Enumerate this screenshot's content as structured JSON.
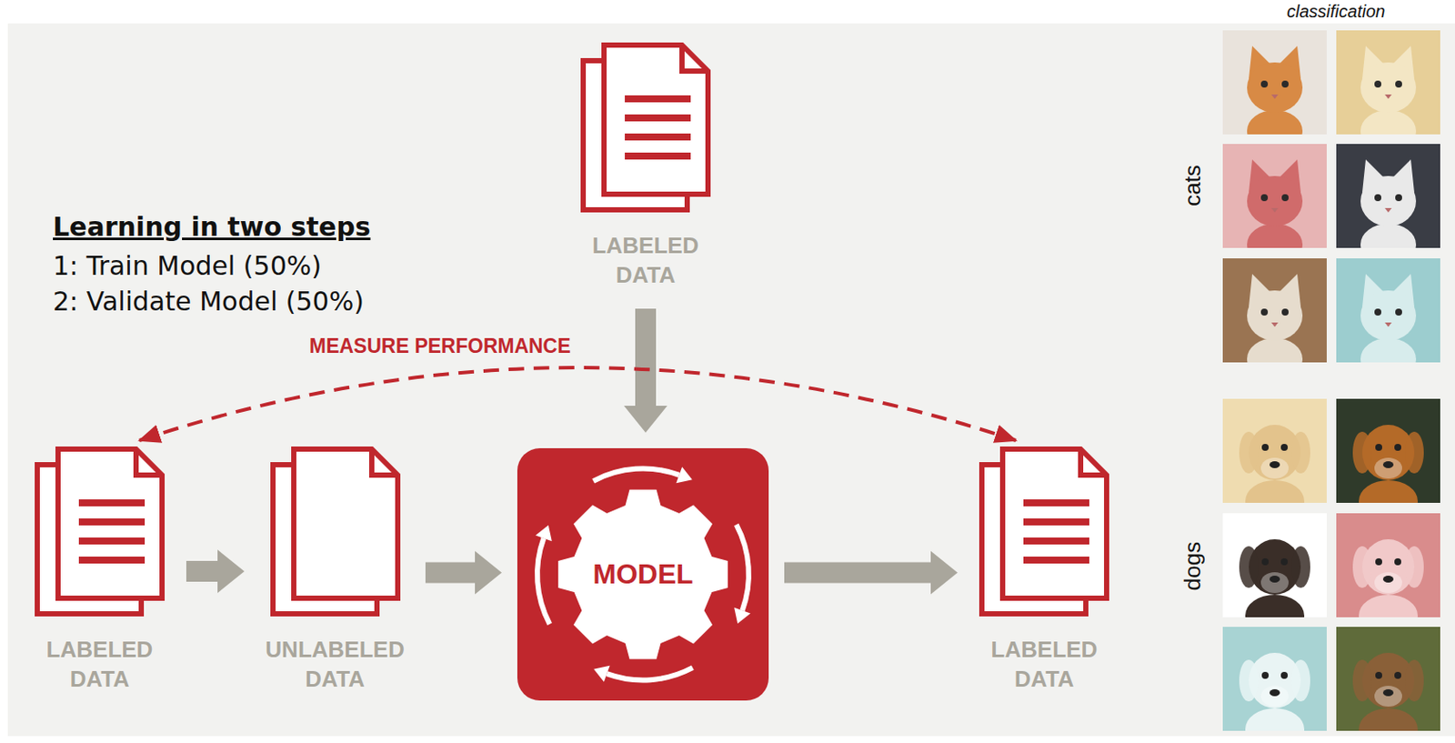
{
  "diagram": {
    "nodes": [
      {
        "text": [
          "LABELED DATA"
        ]
      },
      {
        "text": [
          "LABELED DATA"
        ]
      },
      {
        "text": [
          "UNLABELED DATA"
        ]
      },
      {
        "text": [
          "MODEL"
        ]
      },
      {
        "text": [
          "LABELED DATA"
        ]
      }
    ],
    "edges": [
      {
        "from": 0,
        "to": 3,
        "arrow": "to"
      },
      {
        "from": 1,
        "to": 2,
        "arrow": "to"
      },
      {
        "from": 2,
        "to": 3,
        "arrow": "to"
      },
      {
        "from": 3,
        "to": 4,
        "arrow": "to"
      },
      {
        "from": 1,
        "to": 4,
        "arrow": "both",
        "label": "MEASURE PERFORMANCE"
      }
    ],
    "labels": [
      "Learning in two steps",
      "1: Train Model (50%)",
      "2: Validate Model (50%)",
      "classification",
      "cats",
      "dogs"
    ]
  }
}
